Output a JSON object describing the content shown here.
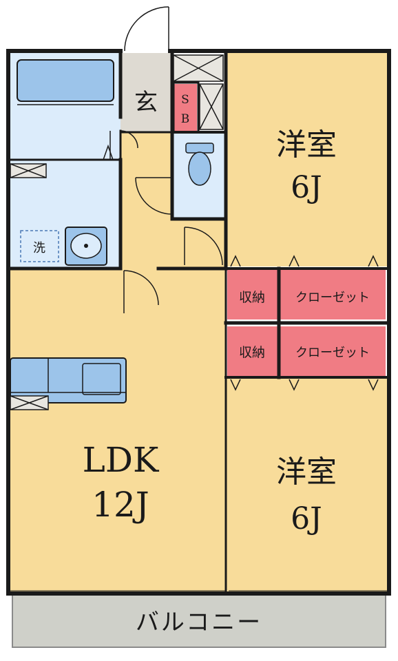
{
  "rooms": {
    "western_room_upper": {
      "name": "洋室",
      "size": "6J"
    },
    "western_room_lower": {
      "name": "洋室",
      "size": "6J"
    },
    "ldk": {
      "name": "LDK",
      "size": "12J"
    },
    "entrance": {
      "label": "玄"
    },
    "shoe_box": {
      "label_top": "S",
      "label_bottom": "B"
    },
    "storage_upper": {
      "label": "収納"
    },
    "storage_lower": {
      "label": "収納"
    },
    "closet_upper": {
      "label": "クローゼット"
    },
    "closet_lower": {
      "label": "クローゼット"
    },
    "washer": {
      "label": "洗"
    },
    "balcony": {
      "label": "バルコニー"
    }
  },
  "colors": {
    "room_fill": "#f8dc9a",
    "wet_area_fill": "#dcecfb",
    "fixture_fill": "#9cc4ea",
    "storage_fill": "#f07c84",
    "entrance_fill": "#dedad2",
    "balcony_fill": "#cfd0c9",
    "wall": "#1a1a1a"
  }
}
